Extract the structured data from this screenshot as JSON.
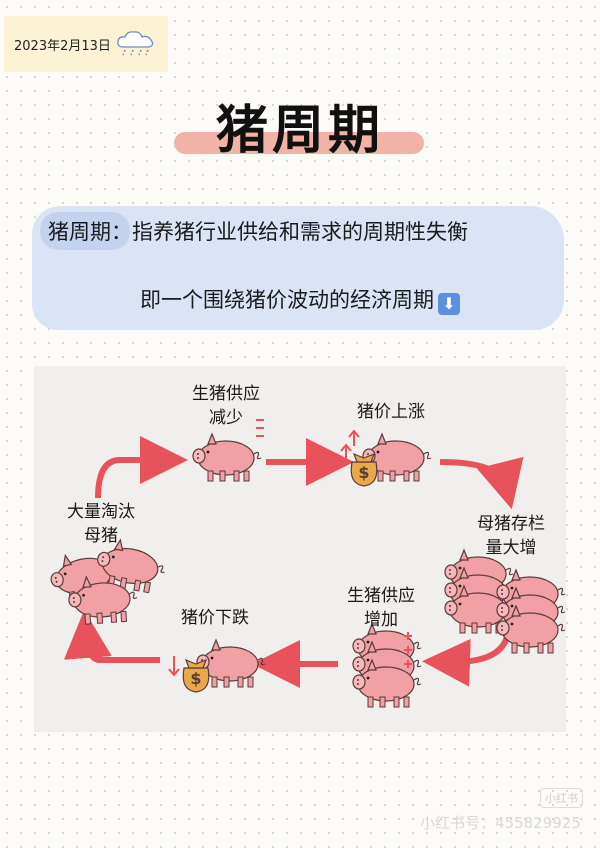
{
  "date": "2023年2月13日",
  "title": "猪周期",
  "definition": {
    "term": "猪周期：",
    "text": "指养猪行业供给和需求的周期性失衡",
    "line2": "即一个围绕猪价波动的经济周期",
    "arrow_glyph": "⬇"
  },
  "cycle": {
    "stages": [
      {
        "line1": "生猪供应",
        "line2": "减少"
      },
      {
        "line1": "猪价上涨",
        "line2": ""
      },
      {
        "line1": "母猪存栏",
        "line2": "量大增"
      },
      {
        "line1": "生猪供应",
        "line2": "增加"
      },
      {
        "line1": "猪价下跌",
        "line2": ""
      },
      {
        "line1": "大量淘汰",
        "line2": "母猪"
      }
    ],
    "money_symbol": "$"
  },
  "watermark": {
    "logo": "小红书",
    "text": "小红书号：455829925"
  },
  "colors": {
    "arrow": "#e8525a",
    "pig": "#f1a0a4",
    "pig_outline": "#5a3a3a",
    "bag": "#e8a94a",
    "title_highlight": "#f2b3a6",
    "definition_bg": "#dbe4f4"
  }
}
